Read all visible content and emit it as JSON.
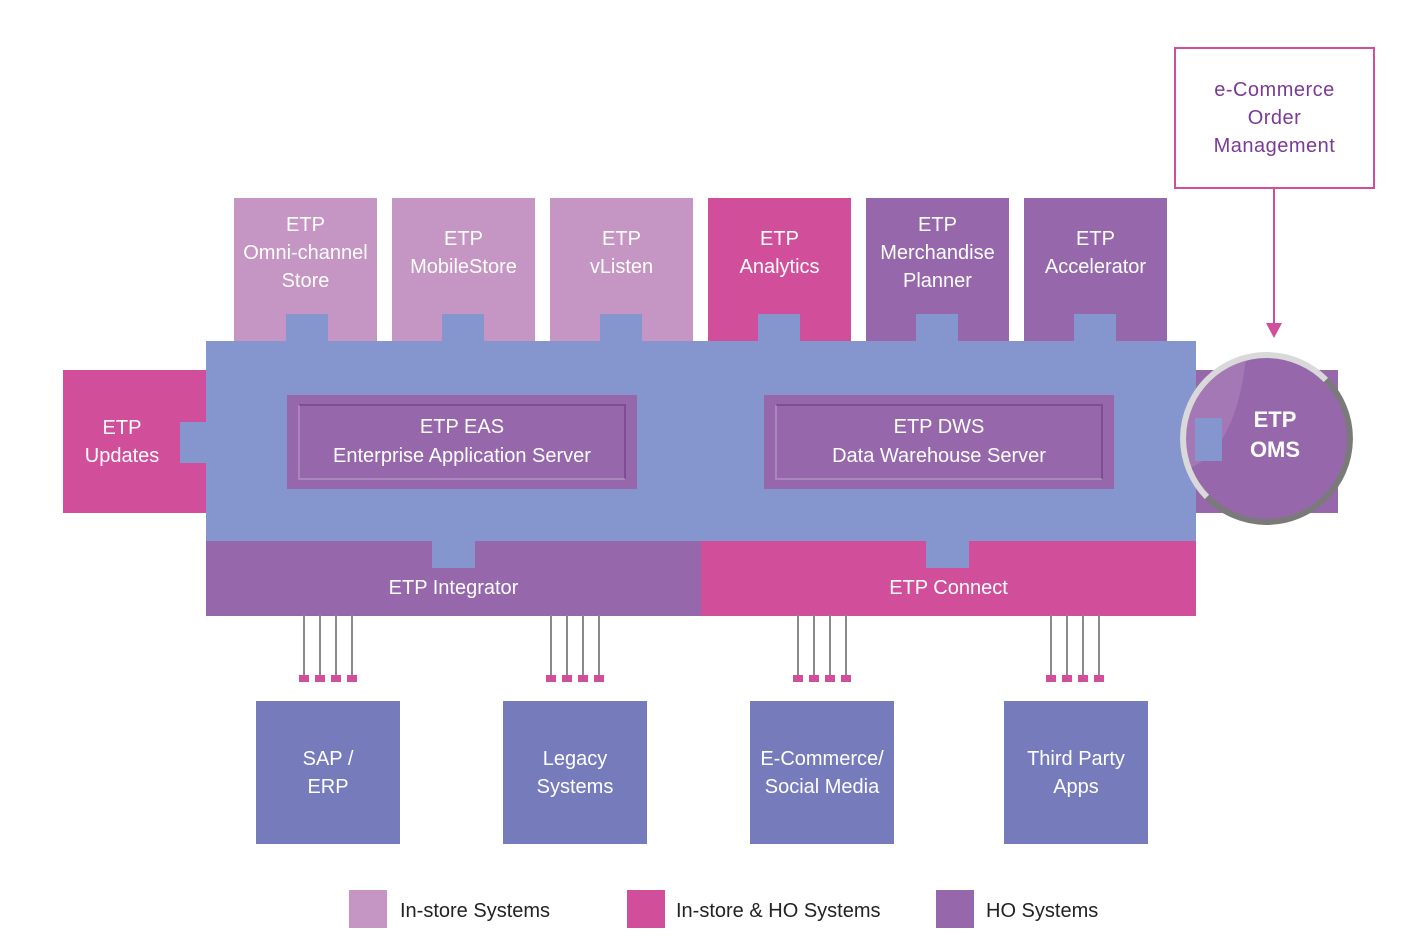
{
  "colors": {
    "in_store": "#c595c3",
    "in_store_and_ho": "#d14f9a",
    "ho": "#9668ab",
    "bus": "#8496cd",
    "external": "#767cbb",
    "ecom_border": "#d14f9a",
    "ecom_text": "#7a3a98"
  },
  "top_modules": [
    {
      "label": "ETP\nOmni-channel\nStore",
      "category": "in_store"
    },
    {
      "label": "ETP\nMobileStore",
      "category": "in_store"
    },
    {
      "label": "ETP\nvListen",
      "category": "in_store"
    },
    {
      "label": "ETP\nAnalytics",
      "category": "in_store_and_ho"
    },
    {
      "label": "ETP\nMerchandise\nPlanner",
      "category": "ho"
    },
    {
      "label": "ETP\nAccelerator",
      "category": "ho"
    }
  ],
  "left_module": {
    "label": "ETP\nUpdates",
    "category": "in_store_and_ho"
  },
  "servers": [
    {
      "label": "ETP EAS\nEnterprise Application Server"
    },
    {
      "label": "ETP DWS\nData  Warehouse Server"
    }
  ],
  "layers": [
    {
      "label": "ETP Integrator",
      "category": "ho"
    },
    {
      "label": "ETP Connect",
      "category": "in_store_and_ho"
    }
  ],
  "oms": {
    "label": "ETP\nOMS"
  },
  "ecommerce_box": {
    "label": "e-Commerce\nOrder\nManagement"
  },
  "external_systems": [
    {
      "label": "SAP /\nERP"
    },
    {
      "label": "Legacy\nSystems"
    },
    {
      "label": "E-Commerce/\nSocial Media"
    },
    {
      "label": "Third Party\nApps"
    }
  ],
  "legend": [
    {
      "label": "In-store Systems",
      "category": "in_store"
    },
    {
      "label": "In-store & HO Systems",
      "category": "in_store_and_ho"
    },
    {
      "label": "HO Systems",
      "category": "ho"
    }
  ]
}
